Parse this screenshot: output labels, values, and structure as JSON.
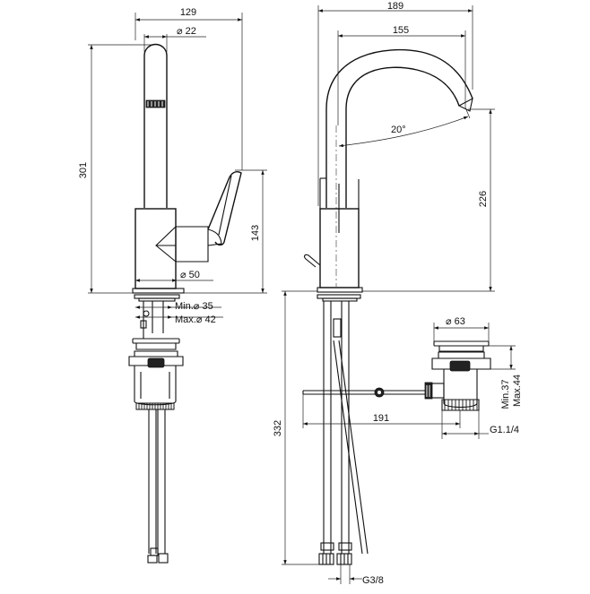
{
  "drawing": {
    "front_view": {
      "overall_width": "129",
      "spout_diameter": "⌀ 22",
      "overall_height": "301",
      "handle_height": "143",
      "body_diameter": "⌀ 50",
      "hole_min": "Min.⌀ 35",
      "hole_max": "Max.⌀ 42"
    },
    "side_view": {
      "overall_depth": "189",
      "spout_reach": "155",
      "tilt_angle": "20°",
      "spout_height": "226",
      "hose_length": "332",
      "hose_thread": "G3/8"
    },
    "waste_detail": {
      "flange_diameter": "⌀ 63",
      "rod_length": "191",
      "min_depth": "Min.37",
      "max_depth": "Max.44",
      "thread": "G1.1/4"
    }
  }
}
